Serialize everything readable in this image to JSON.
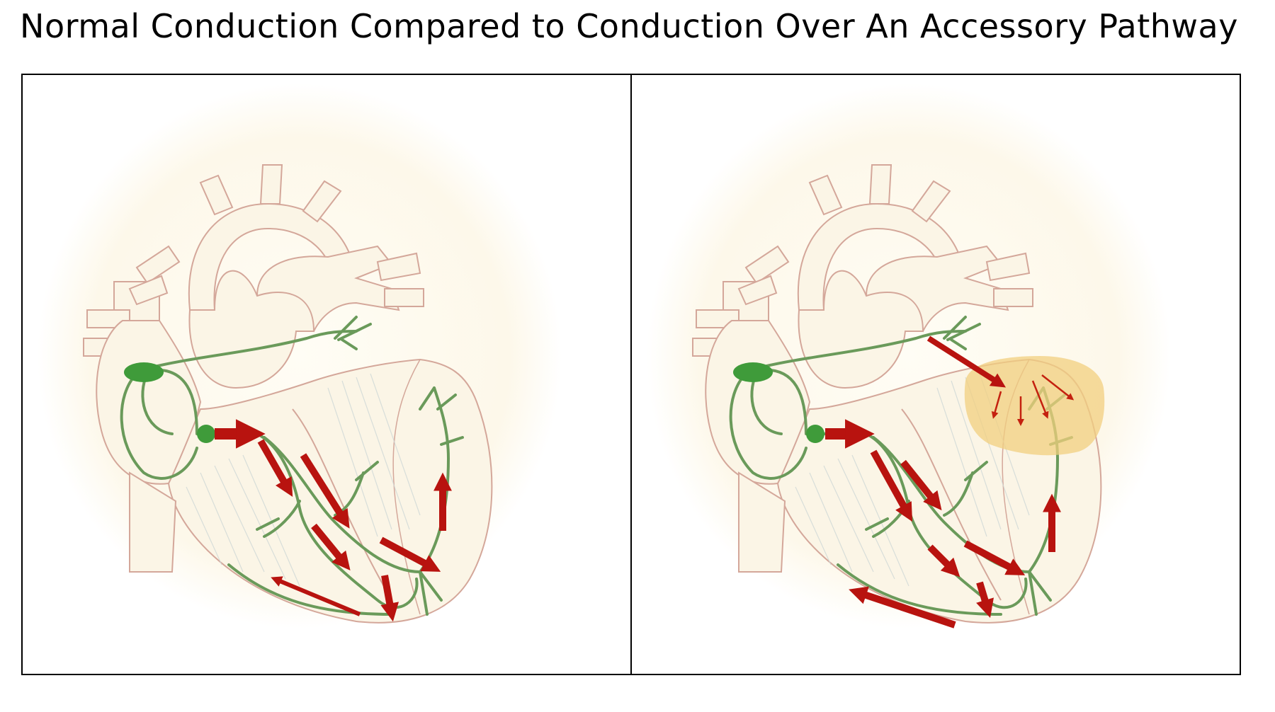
{
  "diagram": {
    "title": "Normal Conduction Compared to Conduction Over An Accessory Pathway"
  },
  "colors": {
    "background": "#ffffff",
    "heart_fill": "#fbf5e6",
    "heart_outline": "#d4a79a",
    "conduction_green": "#6a9a5a",
    "node_green": "#3f9b3a",
    "arrow_red": "#b8130f",
    "accessory_region": "#f2cf7f"
  },
  "icons": {
    "heart": "heart-illustration",
    "arrow": "red-arrow"
  }
}
